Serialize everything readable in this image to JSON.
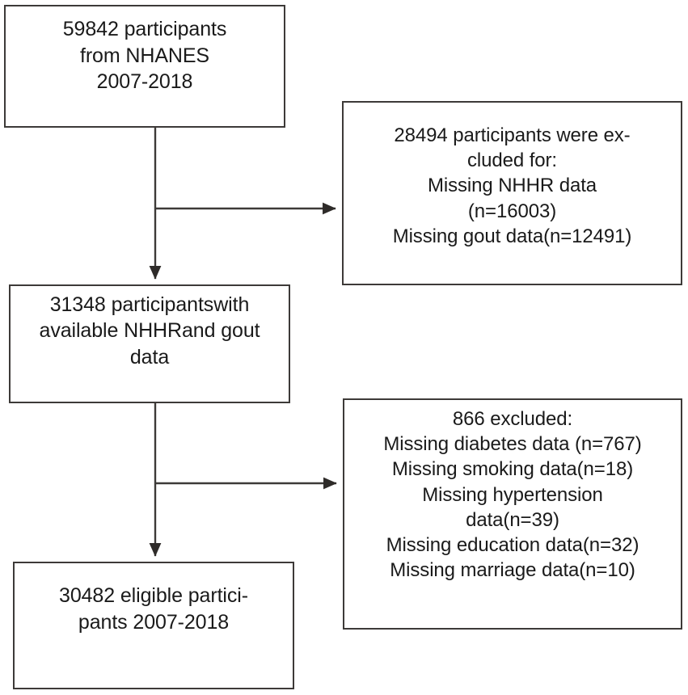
{
  "figure": {
    "type": "flowchart",
    "title": "NHANES participant selection flow diagram",
    "background_color": "#ffffff",
    "line_color": "#3d3a38",
    "text_color": "#1a1a1a"
  },
  "nodes": {
    "source": {
      "id": "source",
      "role": "starting-population",
      "text": "59842 participants\nfrom NHANES\n2007-2018",
      "count": 59842,
      "cohort": "NHANES",
      "years": "2007-2018"
    },
    "exclusion_1": {
      "id": "exclusion-1",
      "role": "exclusion",
      "text": "28494 participants were ex-\ncluded for:\nMissing NHHR data\n(n=16003)\nMissing gout data(n=12491)",
      "total_excluded": 28494,
      "reasons": [
        {
          "label": "Missing NHHR data",
          "n": 16003
        },
        {
          "label": "Missing gout data",
          "n": 12491
        }
      ]
    },
    "available": {
      "id": "available",
      "role": "intermediate-population",
      "text": "31348 participantswith\navailable NHHRand gout\ndata",
      "count": 31348
    },
    "exclusion_2": {
      "id": "exclusion-2",
      "role": "exclusion",
      "text": "866 excluded:\nMissing diabetes data (n=767)\nMissing smoking data(n=18)\nMissing hypertension\ndata(n=39)\nMissing education data(n=32)\nMissing marriage data(n=10)",
      "total_excluded": 866,
      "reasons": [
        {
          "label": "Missing diabetes data",
          "n": 767
        },
        {
          "label": "Missing smoking data",
          "n": 18
        },
        {
          "label": "Missing hypertension data",
          "n": 39
        },
        {
          "label": "Missing education data",
          "n": 32
        },
        {
          "label": "Missing marriage data",
          "n": 10
        }
      ]
    },
    "eligible": {
      "id": "eligible",
      "role": "final-population",
      "text": "30482 eligible partici-\npants 2007-2018",
      "count": 30482,
      "years": "2007-2018"
    }
  },
  "connectors": [
    {
      "name": "source-to-available",
      "from": "source",
      "to": "available",
      "direction": "down"
    },
    {
      "name": "source-to-exclusion-1",
      "from": "source",
      "to": "exclusion_1",
      "direction": "right"
    },
    {
      "name": "available-to-eligible",
      "from": "available",
      "to": "eligible",
      "direction": "down"
    },
    {
      "name": "available-to-exclusion-2",
      "from": "available",
      "to": "exclusion_2",
      "direction": "right"
    }
  ]
}
